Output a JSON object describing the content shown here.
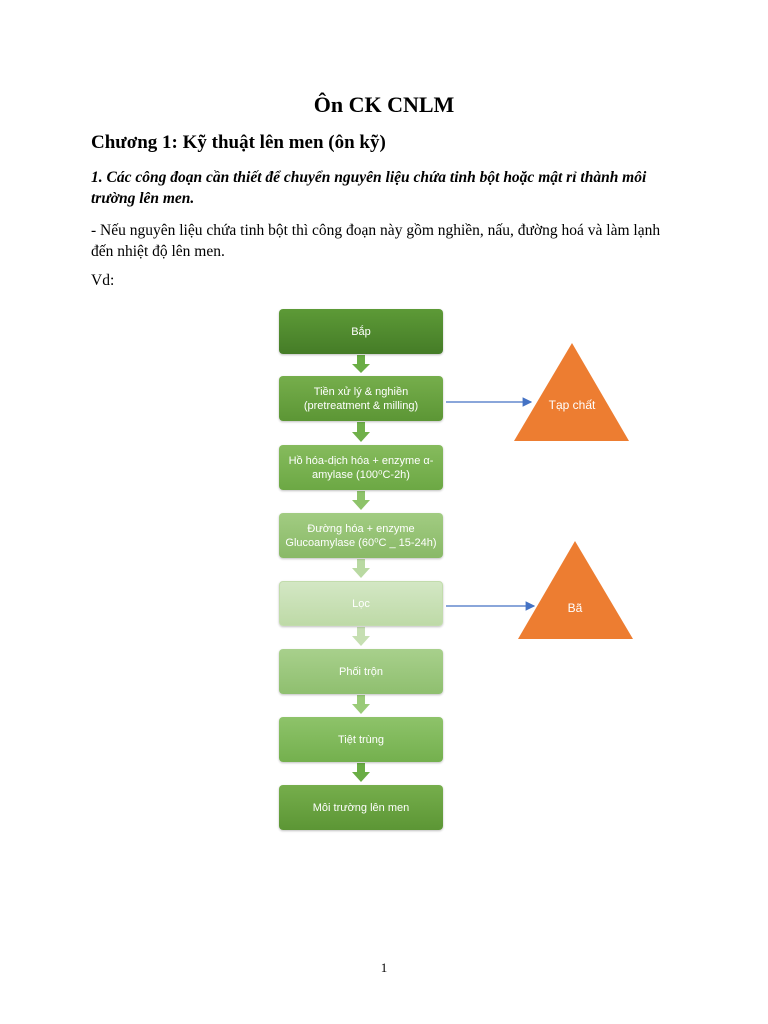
{
  "document": {
    "title": "Ôn CK CNLM",
    "chapter": "Chương 1: Kỹ thuật lên men (ôn kỹ)",
    "question": "1. Các công đoạn cần thiết để chuyển nguyên liệu chứa tinh bột hoặc mật rỉ thành môi trường lên men.",
    "paragraph": "- Nếu nguyên liệu chứa tinh bột thì công đoạn này gồm nghiền, nấu, đường hoá và làm lạnh đến nhiệt độ lên men.",
    "example_label": "Vd:",
    "page_number": "1"
  },
  "flowchart": {
    "steps": [
      "Bắp",
      "Tiền xử lý & nghiền (pretreatment & milling)",
      "Hồ hóa-dịch hóa + enzyme α-amylase (100⁰C-2h)",
      "Đường hóa + enzyme Glucoamylase (60⁰C _ 15-24h)",
      "Lọc",
      "Phối trộn",
      "Tiệt trùng",
      "Môi trường lên men"
    ],
    "byproducts": [
      "Tạp chất",
      "Bã"
    ],
    "colors": {
      "box_dark": "#4f8a2d",
      "box_light": "#c8e0b6",
      "arrow_green": "#6aad45",
      "triangle_orange": "#ed7d31",
      "connector_blue": "#4472c4"
    }
  }
}
